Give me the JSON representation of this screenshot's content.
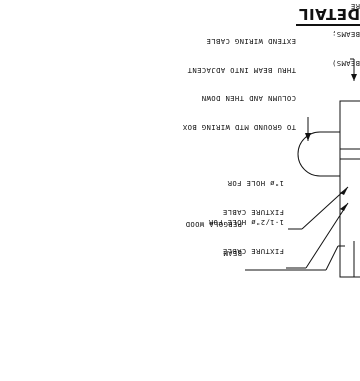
{
  "title": "DETAIL",
  "notes": {
    "wiring": [
      "TO GROUND MTD WIRING BOX",
      "COLUMN AND THEN DOWN",
      "THRU BEAM INTO ADJACENT",
      "EXTEND WIRING CABLE"
    ],
    "small_hole": [
      "FIXTURE CABLE",
      "1\"ø HOLE FOR"
    ],
    "large_hole": [
      "FIXTURE CABLE",
      "1-1/2\"ø HOLE FOR"
    ],
    "beam": [
      "BEAM",
      "PERGOLA WOOD"
    ],
    "partial": [
      "BEAMS)",
      "BEAMS;",
      "RE"
    ]
  },
  "colors": {
    "ink": "#111111",
    "paper": "#ffffff"
  }
}
